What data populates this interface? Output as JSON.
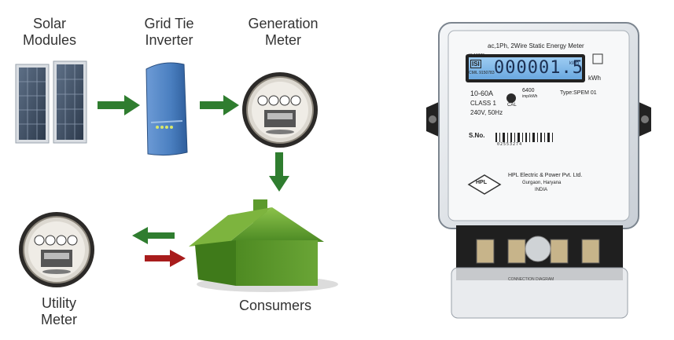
{
  "labels": {
    "solar": [
      "Solar",
      "Modules"
    ],
    "inverter": [
      "Grid Tie",
      "Inverter"
    ],
    "generation": [
      "Generation",
      "Meter"
    ],
    "consumers": "Consumers",
    "utility": [
      "Utility",
      "Meter"
    ]
  },
  "meter_photo": {
    "header": "ac,1Ph, 2Wire Static Energy Meter",
    "reading": "000001.5",
    "unit_top": "kWh",
    "unit": "kWh",
    "rating": "10-60A",
    "class": "CLASS 1",
    "supply": "240V, 50Hz",
    "constant": "6400",
    "constant_unit": "imp/kWh",
    "cal": "CAL",
    "type": "Type:SPEM 01",
    "serial_label": "S.No.",
    "serial_number": "02553274",
    "brand": "HPL",
    "maker": "HPL Electric & Power Pvt. Ltd.",
    "city": "Gurgaon, Haryana",
    "country": "INDIA",
    "cert_code": "IS 13779",
    "cert_mark": "ISI",
    "license": "CM/L 9150783",
    "terminal_label": "CONNECTION DIAGRAM"
  },
  "colors": {
    "arrow_green": "#2f7d2f",
    "arrow_red": "#a81c1c",
    "house_green": "#5c9a2c",
    "inverter_blue": "#4a7fc0",
    "lcd_blue": "#7ab6ea",
    "label_text": "#333333"
  },
  "icons": [
    "solar-panel-icon",
    "inverter-icon",
    "analog-meter-icon",
    "green-house-icon",
    "arrow-right-icon",
    "arrow-down-icon",
    "arrow-left-icon",
    "static-energy-meter-icon"
  ]
}
